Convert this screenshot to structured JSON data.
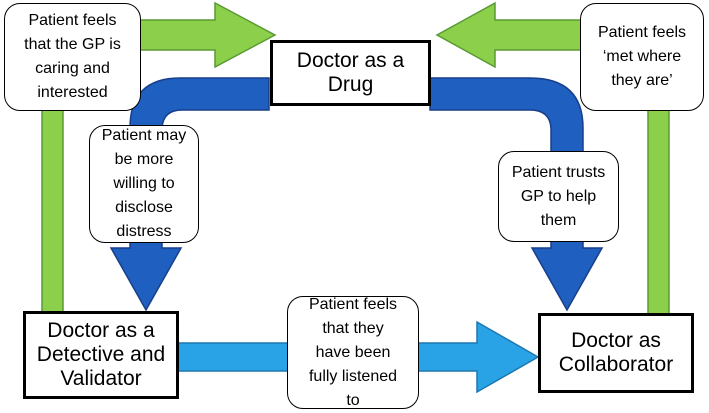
{
  "colors": {
    "green": "#8ccf4a",
    "green_edge": "#5a9a34",
    "dark_blue": "#1f5fbf",
    "dark_blue_edge": "#183f8a",
    "light_blue": "#2aa3e6",
    "light_blue_edge": "#1c79b0"
  },
  "nodes": {
    "drug": "Doctor as a Drug",
    "detective": "Doctor as a\nDetective and\nValidator",
    "collaborator": "Doctor as\nCollaborator"
  },
  "notes": {
    "caring": "Patient feels\nthat the GP is\ncaring and\ninterested",
    "met": "Patient feels\n‘met where\nthey are’",
    "disclose": "Patient may\nbe more\nwilling to\ndisclose\ndistress",
    "trusts": "Patient trusts\nGP to help\nthem",
    "listened": "Patient feels\nthat they\nhave been\nfully listened\nto"
  }
}
